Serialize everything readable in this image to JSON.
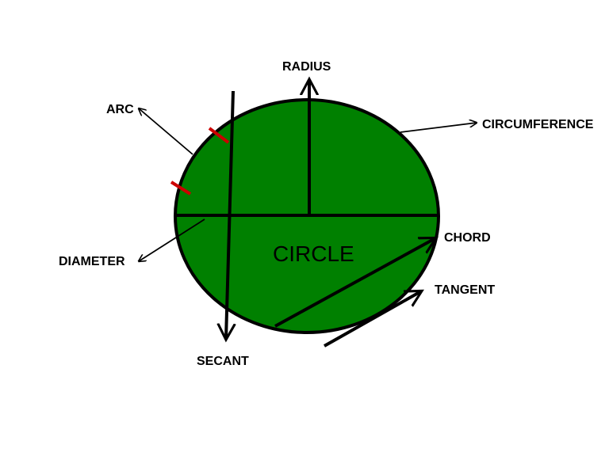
{
  "labels": {
    "radius": "RADIUS",
    "arc": "ARC",
    "circumference": "CIRCUMFERENCE",
    "chord": "CHORD",
    "diameter": "DIAMETER",
    "tangent": "TANGENT",
    "secant": "SECANT",
    "circle": "CIRCLE"
  },
  "colors": {
    "circle_fill": "#008000",
    "stroke": "#000000",
    "arc_marks": "#cc0000",
    "background": "#ffffff"
  }
}
